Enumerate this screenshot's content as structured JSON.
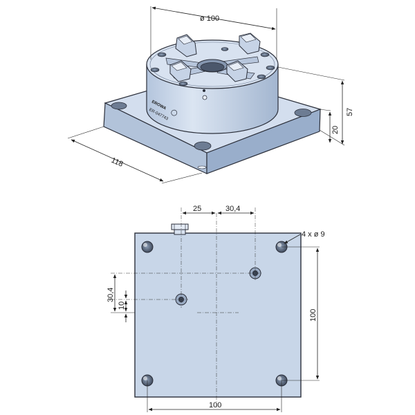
{
  "top_view": {
    "diameter_label": "ø 100",
    "height_total_label": "57",
    "height_base_label": "20",
    "base_width_label": "118",
    "brand_text": "EROWA",
    "part_number": "ER-047743"
  },
  "plan_view": {
    "dim_25": "25",
    "dim_30_4_top": "30,4",
    "dim_30_4_left": "30,4",
    "dim_10": "10",
    "dim_100_right": "100",
    "dim_100_bottom": "100",
    "holes_label": "4 x ø 9"
  },
  "colors": {
    "plate_fill": "#c8d6e8",
    "plate_side": "#a9bcd6",
    "line": "#1f2430"
  }
}
